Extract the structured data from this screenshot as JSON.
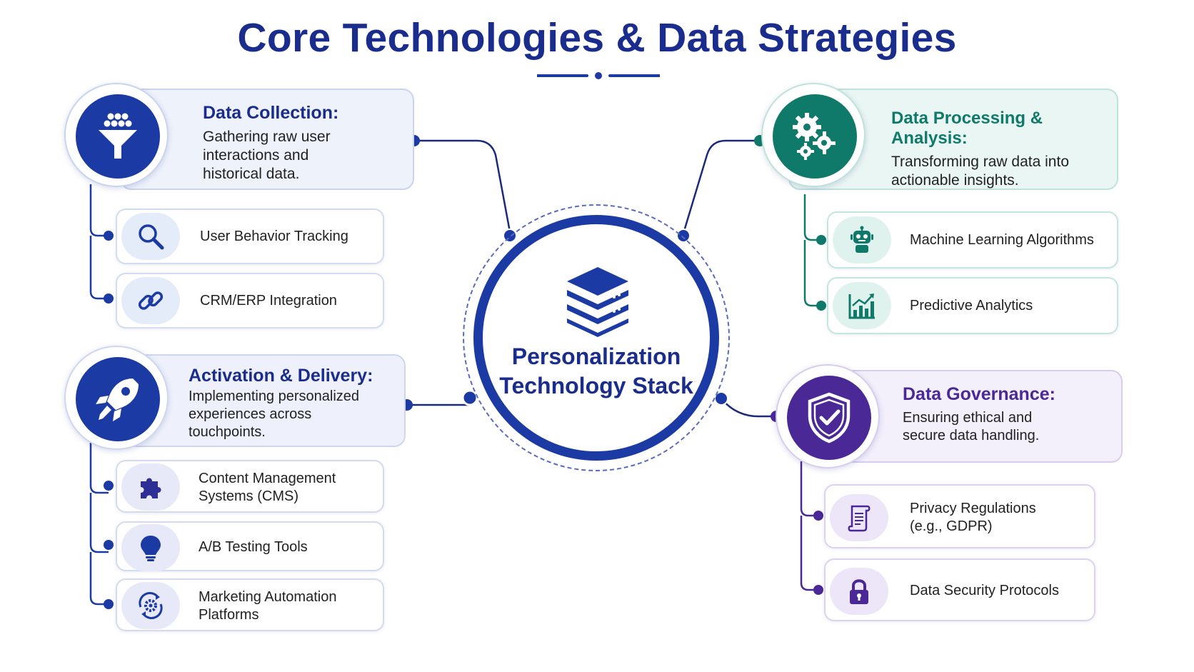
{
  "title": "Core Technologies & Data Strategies",
  "center": {
    "line1": "Personalization",
    "line2": "Technology Stack"
  },
  "colors": {
    "navy": "#1b3aa3",
    "teal": "#0f7a6a",
    "purple": "#4a2896"
  },
  "categories": {
    "collection": {
      "title": "Data Collection:",
      "desc": "Gathering raw user interactions and historical data.",
      "icon": "funnel-icon",
      "items": [
        {
          "label": "User Behavior Tracking",
          "icon": "magnifier-icon"
        },
        {
          "label": "CRM/ERP Integration",
          "icon": "link-icon"
        }
      ]
    },
    "activation": {
      "title": "Activation & Delivery:",
      "desc": "Implementing personalized experiences across touchpoints.",
      "icon": "rocket-icon",
      "items": [
        {
          "label": "Content Management Systems (CMS)",
          "icon": "puzzle-icon"
        },
        {
          "label": "A/B Testing Tools",
          "icon": "lightbulb-icon"
        },
        {
          "label": "Marketing Automation Platforms",
          "icon": "gear-cycle-icon"
        }
      ]
    },
    "processing": {
      "title": "Data Processing & Analysis:",
      "desc": "Transforming raw data into actionable insights.",
      "icon": "gears-icon",
      "items": [
        {
          "label": "Machine Learning Algorithms",
          "icon": "robot-icon"
        },
        {
          "label": "Predictive Analytics",
          "icon": "growth-chart-icon"
        }
      ]
    },
    "governance": {
      "title": "Data Governance:",
      "desc": "Ensuring ethical and secure data handling.",
      "icon": "shield-check-icon",
      "items": [
        {
          "label": "Privacy Regulations (e.g., GDPR)",
          "icon": "scroll-icon"
        },
        {
          "label": "Data Security Protocols",
          "icon": "padlock-icon"
        }
      ]
    }
  }
}
